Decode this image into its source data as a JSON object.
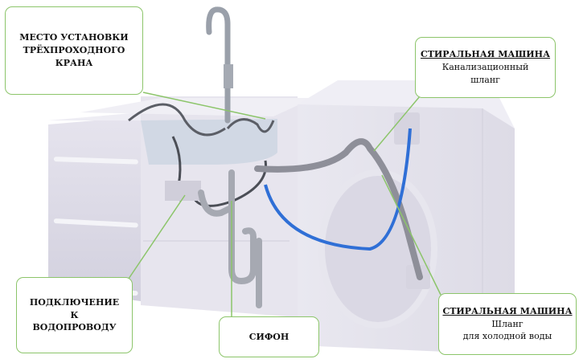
{
  "callouts": {
    "valve": {
      "lines": [
        "МЕСТО УСТАНОВКИ",
        "ТРЁХПРОХОДНОГО",
        "КРАНА"
      ]
    },
    "drain_hose": {
      "title": "СТИРАЛЬНАЯ МАШИНА",
      "lines": [
        "Канализационный",
        "шланг"
      ]
    },
    "water_supply": {
      "lines": [
        "ПОДКЛЮЧЕНИЕ",
        "К",
        "ВОДОПРОВОДУ"
      ]
    },
    "siphon": {
      "lines": [
        "СИФОН"
      ]
    },
    "cold_hose": {
      "title": "СТИРАЛЬНАЯ МАШИНА",
      "lines": [
        "Шланг",
        "для холодной воды"
      ]
    }
  },
  "colors": {
    "callout_border": "#8cc56a",
    "cold_hose": "#2f6fd6",
    "drain_hose": "#8e8f99",
    "cabinet": "#dcdae6"
  }
}
